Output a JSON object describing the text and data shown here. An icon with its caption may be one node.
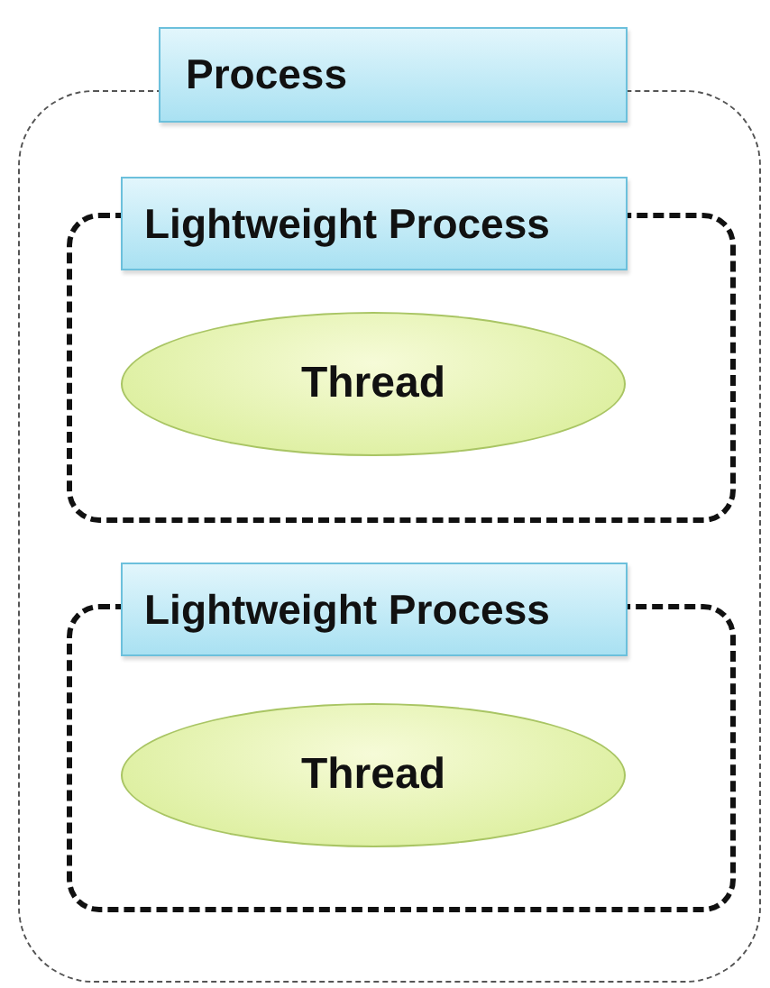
{
  "diagram": {
    "nodes": [
      {
        "text": [
          "Process"
        ]
      },
      {
        "text": [
          "Lightweight Process"
        ],
        "in": 0
      },
      {
        "text": [
          "Thread"
        ],
        "in": 1
      },
      {
        "text": [
          "Lightweight Process"
        ],
        "in": 0
      },
      {
        "text": [
          "Thread"
        ],
        "in": 3
      }
    ]
  }
}
